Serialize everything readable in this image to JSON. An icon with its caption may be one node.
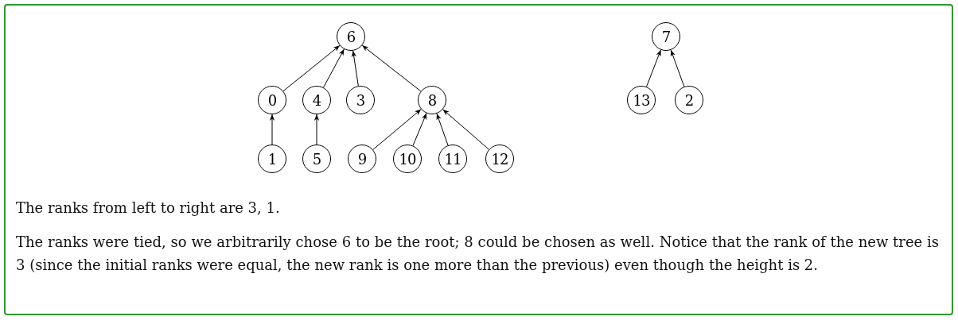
{
  "diagram": {
    "nodes": [
      {
        "text": [
          "6"
        ]
      },
      {
        "text": [
          "0"
        ]
      },
      {
        "text": [
          "4"
        ]
      },
      {
        "text": [
          "3"
        ]
      },
      {
        "text": [
          "8"
        ]
      },
      {
        "text": [
          "1"
        ]
      },
      {
        "text": [
          "5"
        ]
      },
      {
        "text": [
          "9"
        ]
      },
      {
        "text": [
          "10"
        ]
      },
      {
        "text": [
          "11"
        ]
      },
      {
        "text": [
          "12"
        ]
      },
      {
        "text": [
          "7"
        ]
      },
      {
        "text": [
          "13"
        ]
      },
      {
        "text": [
          "2"
        ]
      }
    ],
    "edges": [
      {
        "from": 1,
        "to": 0,
        "arrow": "to"
      },
      {
        "from": 2,
        "to": 0,
        "arrow": "to"
      },
      {
        "from": 3,
        "to": 0,
        "arrow": "to"
      },
      {
        "from": 4,
        "to": 0,
        "arrow": "to"
      },
      {
        "from": 5,
        "to": 1,
        "arrow": "to"
      },
      {
        "from": 6,
        "to": 2,
        "arrow": "to"
      },
      {
        "from": 7,
        "to": 4,
        "arrow": "to"
      },
      {
        "from": 8,
        "to": 4,
        "arrow": "to"
      },
      {
        "from": 9,
        "to": 4,
        "arrow": "to"
      },
      {
        "from": 10,
        "to": 4,
        "arrow": "to"
      },
      {
        "from": 12,
        "to": 11,
        "arrow": "to"
      },
      {
        "from": 13,
        "to": 11,
        "arrow": "to"
      }
    ],
    "labels": [
      "The ranks from left to right are 3, 1.",
      "The ranks were tied, so we arbitrarily chose 6 to be the root; 8 could be chosen as well. Notice that the rank of the new tree is 3 (since the initial ranks were equal, the new rank is one more than the previous) even though the height is 2."
    ]
  }
}
